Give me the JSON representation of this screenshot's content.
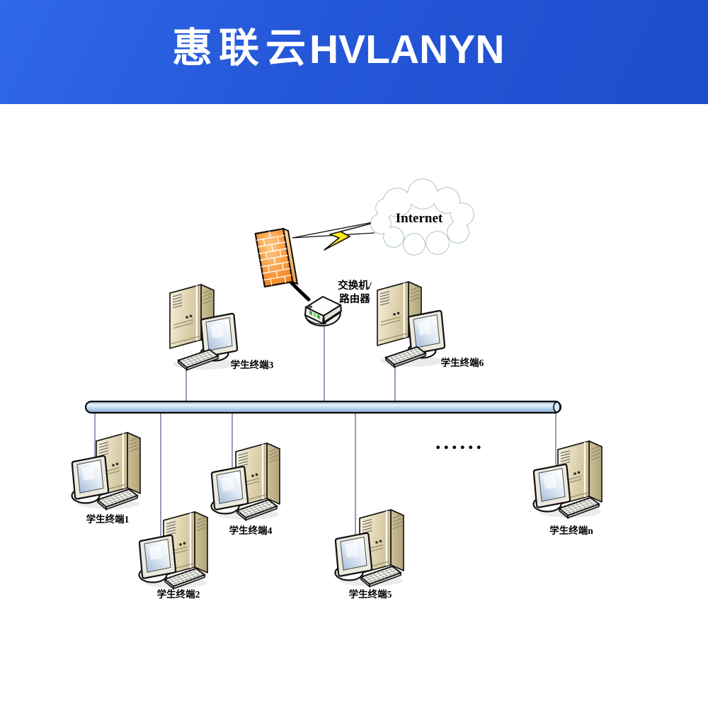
{
  "header": {
    "logo_zh": "惠联云",
    "logo_en": "HVLANYN"
  },
  "diagram": {
    "internet_label": "Internet",
    "switch_label": {
      "line1": "交换机/",
      "line2": "路由器"
    },
    "ellipsis": "......",
    "terminals": [
      {
        "id": "1",
        "label": "学生终端1"
      },
      {
        "id": "2",
        "label": "学生终端2"
      },
      {
        "id": "3",
        "label": "学生终端3"
      },
      {
        "id": "4",
        "label": "学生终端4"
      },
      {
        "id": "5",
        "label": "学生终端5"
      },
      {
        "id": "6",
        "label": "学生终端6"
      },
      {
        "id": "n",
        "label": "学生终端n"
      }
    ],
    "colors": {
      "banner_blue": "#2457d8",
      "firewall_orange": "#f48120",
      "lightning_yellow": "#ffe81a",
      "bus_pipe_blue": "#bcd8f0",
      "connector_line": "#6f6f9e",
      "cloud_stroke": "#88a6b2"
    }
  }
}
